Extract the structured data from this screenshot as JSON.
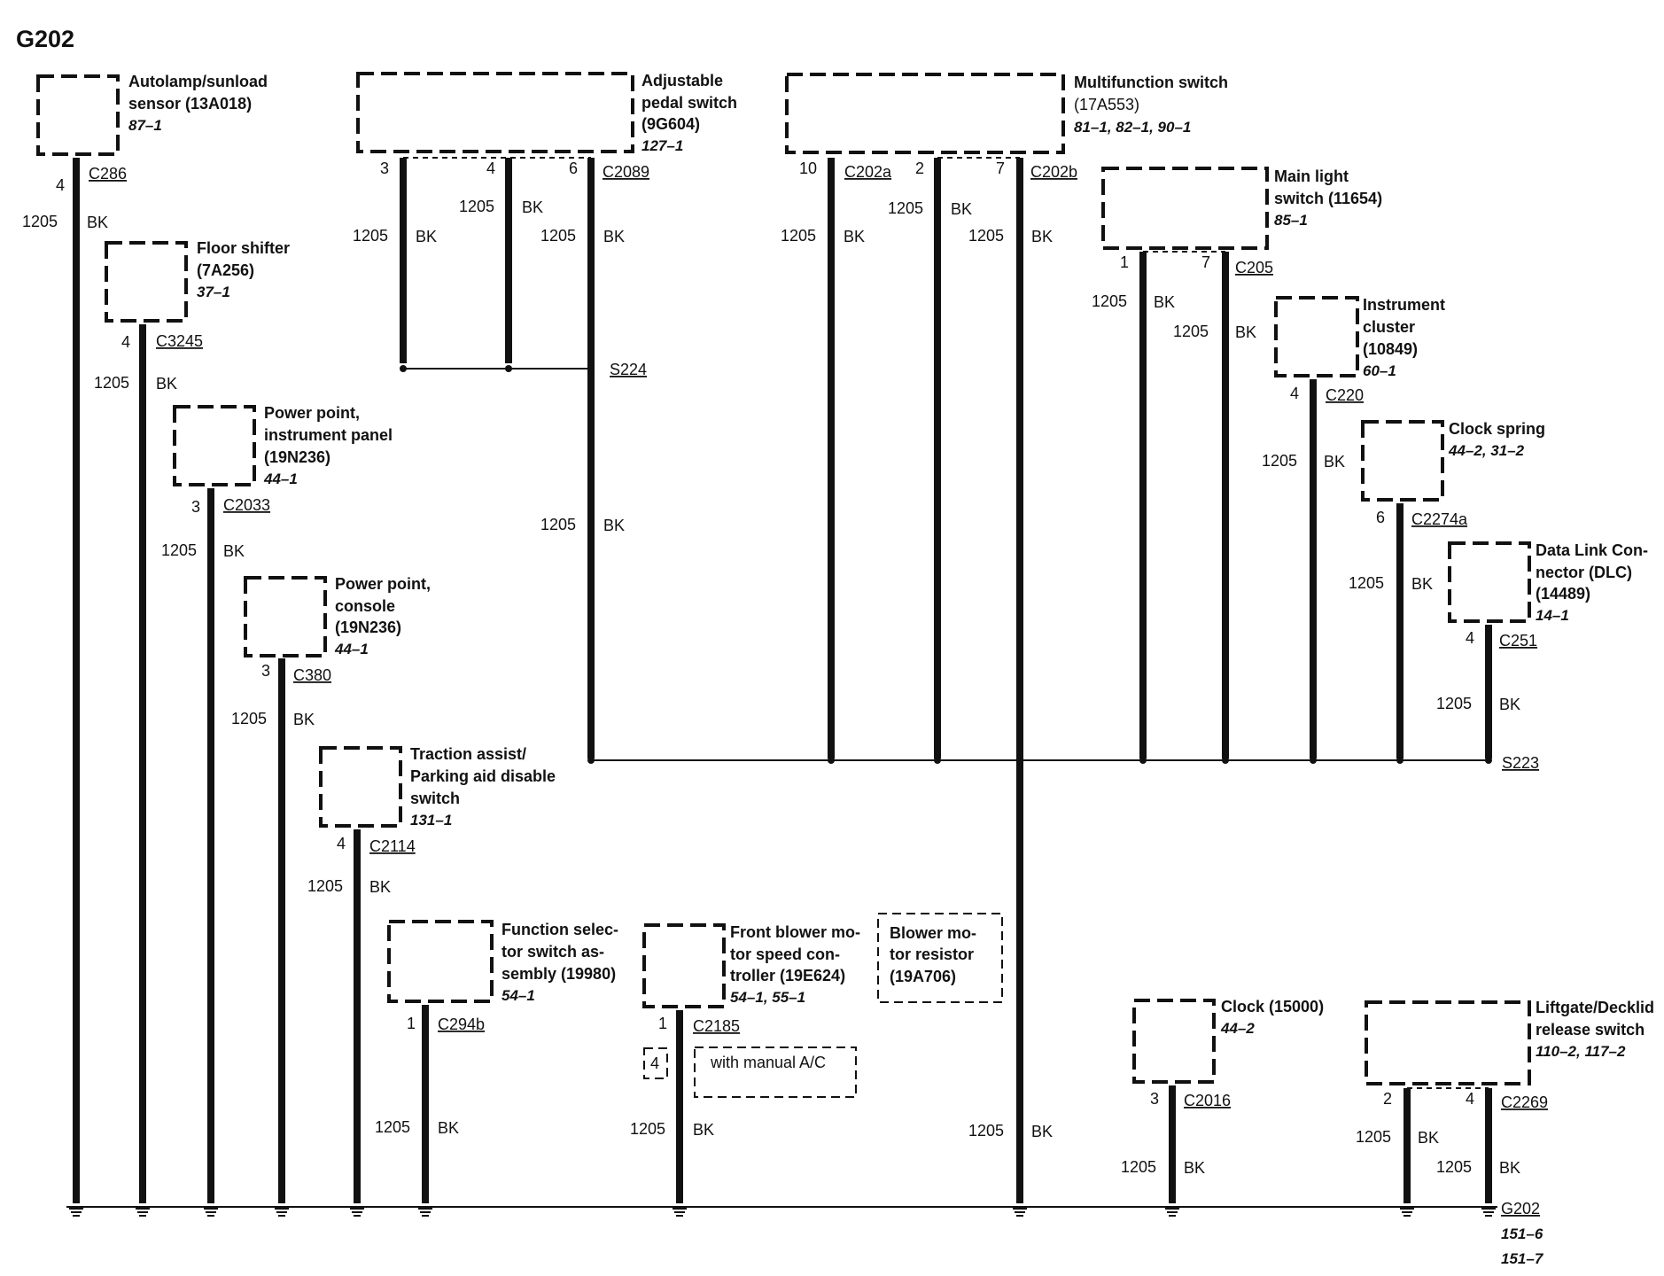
{
  "title": "G202",
  "components": [
    {
      "id": "autolamp",
      "lines": [
        "Autolamp/sunload",
        "sensor (13A018)"
      ],
      "ref": "87–1"
    },
    {
      "id": "pedal",
      "lines": [
        "Adjustable",
        "pedal switch",
        "(9G604)"
      ],
      "ref": "127–1"
    },
    {
      "id": "multifunction",
      "lines": [
        "Multifunction switch",
        "(17A553)"
      ],
      "ref": "81–1, 82–1, 90–1"
    },
    {
      "id": "mainlight",
      "lines": [
        "Main light",
        "switch (11654)"
      ],
      "ref": "85–1"
    },
    {
      "id": "floorshifter",
      "lines": [
        "Floor shifter",
        "(7A256)"
      ],
      "ref": "37–1"
    },
    {
      "id": "instrumentcluster",
      "lines": [
        "Instrument",
        "cluster",
        "(10849)"
      ],
      "ref": "60–1"
    },
    {
      "id": "powerpointip",
      "lines": [
        "Power point,",
        "instrument panel",
        "(19N236)"
      ],
      "ref": "44–1"
    },
    {
      "id": "clockspring",
      "lines": [
        "Clock spring"
      ],
      "ref": "44–2, 31–2"
    },
    {
      "id": "dlc",
      "lines": [
        "Data Link Con-",
        "nector (DLC)",
        "(14489)"
      ],
      "ref": "14–1"
    },
    {
      "id": "powerpointconsole",
      "lines": [
        "Power point,",
        "console",
        "(19N236)"
      ],
      "ref": "44–1"
    },
    {
      "id": "traction",
      "lines": [
        "Traction assist/",
        "Parking aid disable",
        "switch"
      ],
      "ref": "131–1"
    },
    {
      "id": "functionselector",
      "lines": [
        "Function selec-",
        "tor switch as-",
        "sembly (19980)"
      ],
      "ref": "54–1"
    },
    {
      "id": "blowerctrl",
      "lines": [
        "Front blower mo-",
        "tor speed con-",
        "troller (19E624)"
      ],
      "ref": "54–1, 55–1"
    },
    {
      "id": "blowerresistor",
      "lines": [
        "Blower mo-",
        "tor resistor",
        "(19A706)"
      ],
      "ref": ""
    },
    {
      "id": "clock",
      "lines": [
        "Clock (15000)"
      ],
      "ref": "44–2"
    },
    {
      "id": "liftgate",
      "lines": [
        "Liftgate/Decklid",
        "release switch"
      ],
      "ref": "110–2, 117–2"
    }
  ],
  "connectors": {
    "C286": "C286",
    "C3245": "C3245",
    "C2033": "C2033",
    "C380": "C380",
    "C2114": "C2114",
    "C294b": "C294b",
    "C2185": "C2185",
    "C2089": "C2089",
    "C202a": "C202a",
    "C202b": "C202b",
    "C205": "C205",
    "C220": "C220",
    "C2274a": "C2274a",
    "C251": "C251",
    "C2016": "C2016",
    "C2269": "C2269"
  },
  "pins": {
    "autolamp": "4",
    "floorshifter": "4",
    "powerpointip": "3",
    "powerpointconsole": "3",
    "traction": "4",
    "functionselector": "1",
    "blowerctrl": "1",
    "blowerctrl_alt": "4",
    "pedal_a": "3",
    "pedal_b": "4",
    "pedal_c": "6",
    "mf_a": "10",
    "mf_b": "2",
    "mf_c": "7",
    "mainlight_a": "1",
    "mainlight_b": "7",
    "cluster": "4",
    "clockspring": "6",
    "dlc": "4",
    "clock": "3",
    "liftgate_a": "2",
    "liftgate_b": "4"
  },
  "wire": {
    "circuit": "1205",
    "color": "BK"
  },
  "splices": {
    "S224": "S224",
    "S223": "S223"
  },
  "ground": {
    "name": "G202",
    "refs": [
      "151–6",
      "151–7"
    ]
  },
  "notes": {
    "manual_ac": "with manual A/C"
  }
}
